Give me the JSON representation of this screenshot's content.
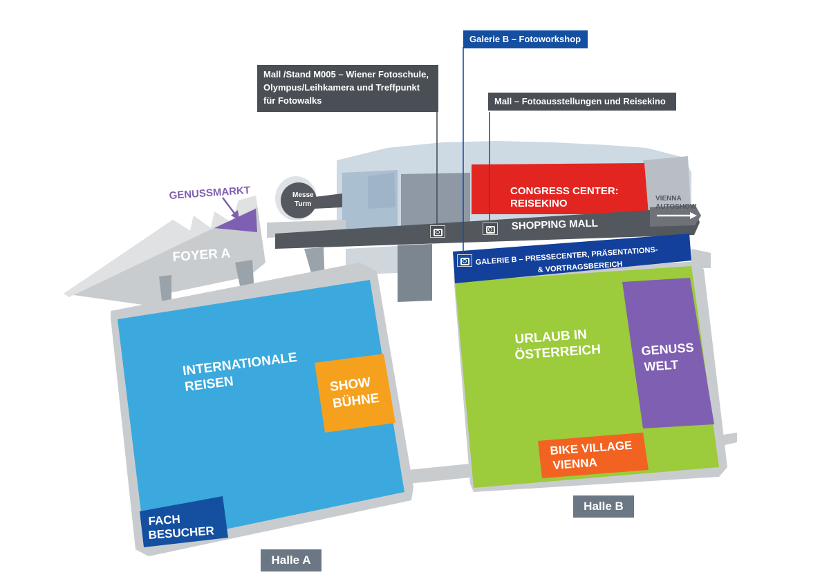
{
  "colors": {
    "blue_hall": "#3ba9dd",
    "green_hall": "#9ccb3b",
    "purple": "#7f5fb1",
    "orange_show": "#f6a11d",
    "orange_bike": "#f26322",
    "red_congress": "#e32521",
    "navy": "#154fa0",
    "dark_navy": "#13409a",
    "mall_gray": "#53575e",
    "wall_gray": "#c9cccf",
    "callout_gray": "#4a4e55",
    "hall_tag": "#6b7785"
  },
  "callouts": {
    "mall_stand": [
      "Mall /Stand M005 – Wiener Fotoschule,",
      "Olympus/Leihkamera und Treffpunkt",
      "für Fotowalks"
    ],
    "galerie_b_workshop": "Galerie B – Fotoworkshop",
    "mall_exhibitions": "Mall – Fotoausstellungen und Reisekino"
  },
  "areas": {
    "genussmarkt": "GENUSSMARKT",
    "foyer_a": "FOYER A",
    "messe_turm": [
      "Messe",
      "Turm"
    ],
    "congress_center": [
      "CONGRESS CENTER:",
      "REISEKINO"
    ],
    "vienna_autoshow": [
      "VIENNA",
      "AUTOSHOW"
    ],
    "shopping_mall": "SHOPPING MALL",
    "galerie_b": [
      "GALERIE B – PRESSECENTER, PRÄSENTATIONS-",
      "& VORTRAGSBEREICH"
    ],
    "internationale_reisen": [
      "INTERNATIONALE",
      "REISEN"
    ],
    "show_buehne": [
      "SHOW",
      "BÜHNE"
    ],
    "fach_besucher": [
      "FACH",
      "BESUCHER"
    ],
    "urlaub_oesterreich": [
      "URLAUB IN",
      "ÖSTERREICH"
    ],
    "genuss_welt": [
      "GENUSS",
      "WELT"
    ],
    "bike_village": [
      "BIKE VILLAGE",
      "VIENNA"
    ]
  },
  "hall_labels": {
    "halle_a": "Halle A",
    "halle_b": "Halle B"
  },
  "icons": {
    "camera": "camera-icon",
    "arrow": "arrow-right-icon"
  }
}
